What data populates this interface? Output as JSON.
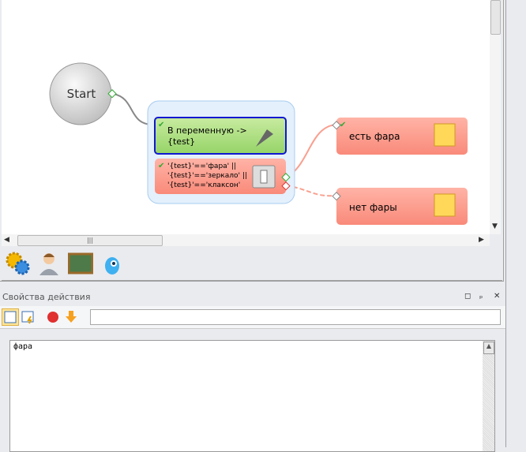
{
  "diagram": {
    "start": "Start",
    "assign_node": {
      "line1": "В переменную ->",
      "line2": "{test}"
    },
    "condition_node": {
      "lines": [
        "'{test}'=='фара' ||",
        "'{test}'=='зеркало' ||",
        "'{test}'=='клаксон'"
      ]
    },
    "yes_node": "есть фара",
    "no_node": "нет фары"
  },
  "scroll": {
    "grip": "|||",
    "left": "◀",
    "right": "▶",
    "down": "▼",
    "up": "▲"
  },
  "panel": {
    "title": "Свойства действия",
    "restore": "◻",
    "pin": "ₚ",
    "close": "✕"
  },
  "search": {
    "value": ""
  },
  "editor": {
    "text": "фара"
  }
}
